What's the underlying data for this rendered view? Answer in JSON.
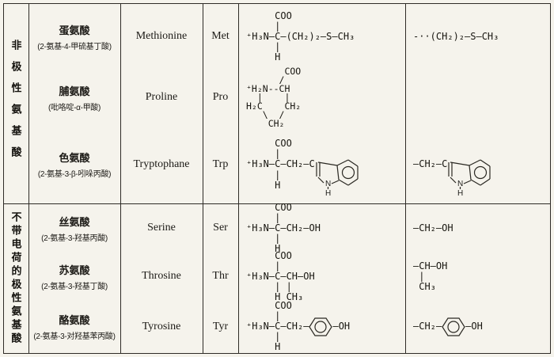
{
  "groups": [
    {
      "label": "非极性氨基酸"
    },
    {
      "label": "不带电荷的极性氨基酸"
    }
  ],
  "labels": {
    "n": "N",
    "h": "H"
  },
  "rows": [
    {
      "cn": "蛋氨酸",
      "cn_sub": "(2-氨基-4-甲硫基丁酸)",
      "en": "Methionine",
      "code": "Met",
      "structure": "     COO\n     |\n⁺H₃N—C—(CH₂)₂—S—CH₃\n     |\n     H",
      "side": "-··(CH₂)₂—S—CH₃"
    },
    {
      "cn": "脯氨酸",
      "cn_sub": "(吡咯啶-α-甲酸)",
      "en": "Proline",
      "code": "Pro",
      "structure": "       COO\n      /\n⁺H₂N--CH\n  |    |\nH₂C    CH₂\n   \\  /\n    CH₂"
    },
    {
      "cn": "色氨酸",
      "cn_sub": "(2-氨基-3-β-吲哚丙酸)",
      "en": "Tryptophane",
      "code": "Trp",
      "structure_top": "     COO\n     |",
      "structure_left": "⁺H₃N—C—CH₂—C",
      "structure_bottom": "     |\n     H",
      "side_left": "—CH₂—C"
    },
    {
      "cn": "丝氨酸",
      "cn_sub": "(2-氨基-3-羟基丙酸)",
      "en": "Serine",
      "code": "Ser",
      "structure": "     COO\n     |\n⁺H₃N—C—CH₂—OH\n     |\n     H",
      "side": "—CH₂—OH"
    },
    {
      "cn": "苏氨酸",
      "cn_sub": "(2-氨基-3-羟基丁酸)",
      "en": "Throsine",
      "code": "Thr",
      "structure": "     COO\n     |\n⁺H₃N—C—CH—OH\n     | |\n     H CH₃",
      "side": "—CH—OH\n |\n CH₃"
    },
    {
      "cn": "酪氨酸",
      "cn_sub": "(2-氨基-3-对羟基苯丙酸)",
      "en": "Tyrosine",
      "code": "Tyr",
      "structure_top": "     COO\n     |",
      "structure_left": "⁺H₃N—C—CH₂—",
      "structure_right": "—OH",
      "structure_bottom": "     |\n     H",
      "side_left": "—CH₂—",
      "side_right": "—OH"
    }
  ]
}
